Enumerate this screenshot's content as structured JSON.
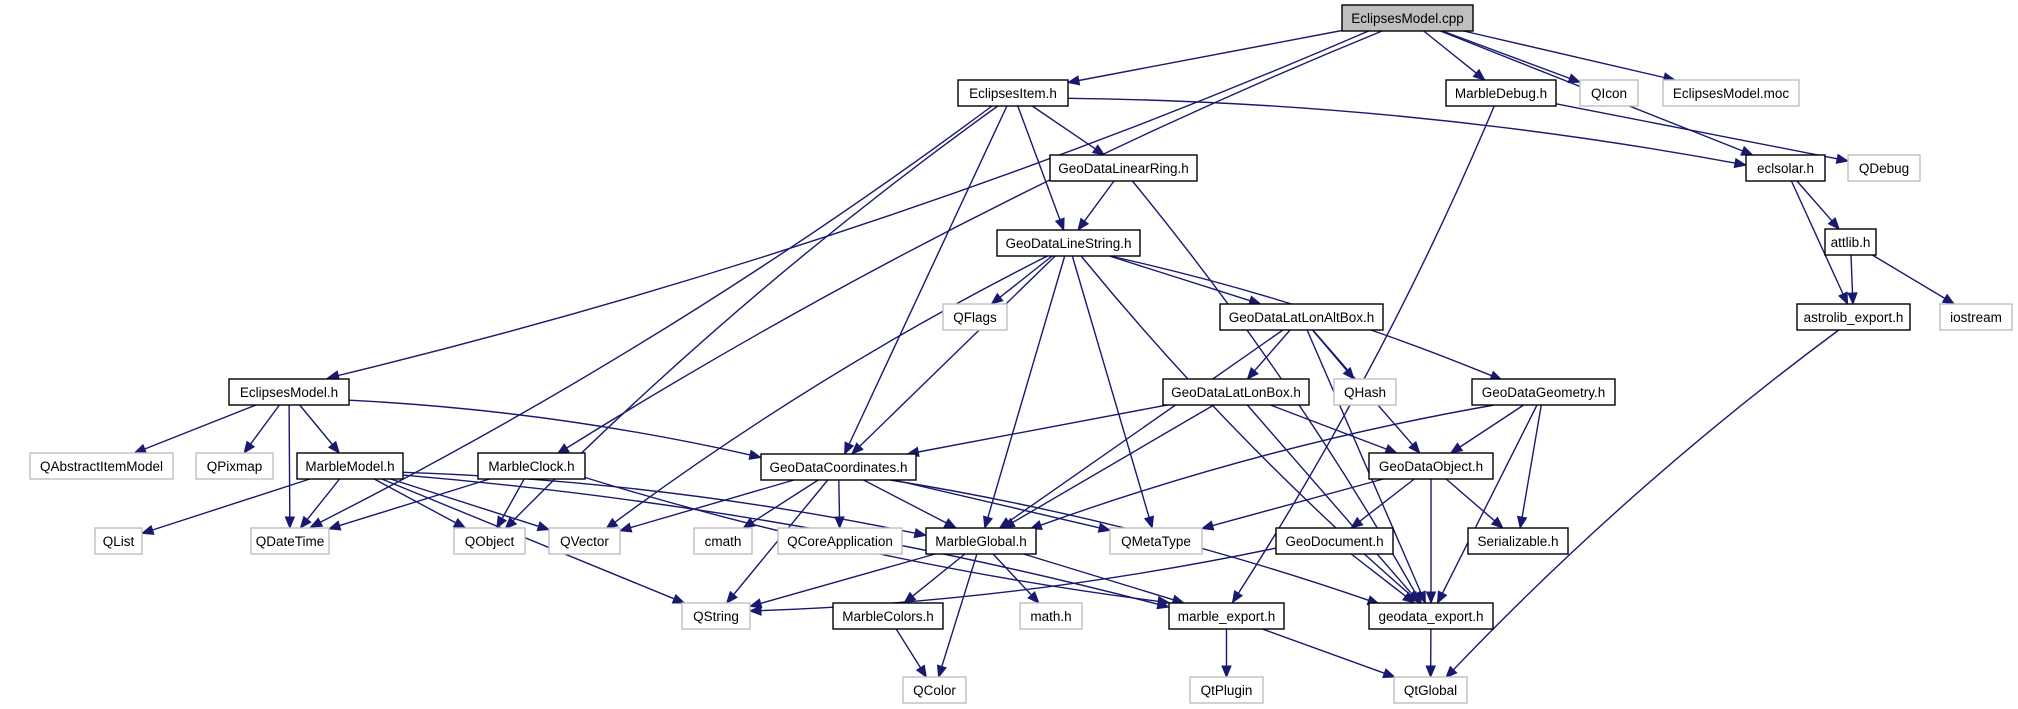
{
  "diagram": {
    "type": "include-dependency-graph",
    "edge_color": "#191970",
    "root_fill": "#bfbfbf",
    "nodes": [
      {
        "id": "cpp",
        "label": "EclipsesModel.cpp",
        "kind": "root"
      },
      {
        "id": "eitem",
        "label": "EclipsesItem.h",
        "kind": "local"
      },
      {
        "id": "mdebug",
        "label": "MarbleDebug.h",
        "kind": "local"
      },
      {
        "id": "qicon",
        "label": "QIcon",
        "kind": "external"
      },
      {
        "id": "moc",
        "label": "EclipsesModel.moc",
        "kind": "external"
      },
      {
        "id": "ring",
        "label": "GeoDataLinearRing.h",
        "kind": "local"
      },
      {
        "id": "eclsolar",
        "label": "eclsolar.h",
        "kind": "local"
      },
      {
        "id": "qdebug",
        "label": "QDebug",
        "kind": "external"
      },
      {
        "id": "line",
        "label": "GeoDataLineString.h",
        "kind": "local"
      },
      {
        "id": "attlib",
        "label": "attlib.h",
        "kind": "local"
      },
      {
        "id": "qflags",
        "label": "QFlags",
        "kind": "external"
      },
      {
        "id": "altbox",
        "label": "GeoDataLatLonAltBox.h",
        "kind": "local"
      },
      {
        "id": "astro",
        "label": "astrolib_export.h",
        "kind": "local"
      },
      {
        "id": "iostream",
        "label": "iostream",
        "kind": "external"
      },
      {
        "id": "emodel",
        "label": "EclipsesModel.h",
        "kind": "local"
      },
      {
        "id": "llbox",
        "label": "GeoDataLatLonBox.h",
        "kind": "local"
      },
      {
        "id": "qhash",
        "label": "QHash",
        "kind": "external"
      },
      {
        "id": "geom",
        "label": "GeoDataGeometry.h",
        "kind": "local"
      },
      {
        "id": "qaim",
        "label": "QAbstractItemModel",
        "kind": "external"
      },
      {
        "id": "qpixmap",
        "label": "QPixmap",
        "kind": "external"
      },
      {
        "id": "mmodel",
        "label": "MarbleModel.h",
        "kind": "local"
      },
      {
        "id": "mclock",
        "label": "MarbleClock.h",
        "kind": "local"
      },
      {
        "id": "coords",
        "label": "GeoDataCoordinates.h",
        "kind": "local"
      },
      {
        "id": "gobj",
        "label": "GeoDataObject.h",
        "kind": "local"
      },
      {
        "id": "qlist",
        "label": "QList",
        "kind": "external"
      },
      {
        "id": "qdt",
        "label": "QDateTime",
        "kind": "external"
      },
      {
        "id": "qobject",
        "label": "QObject",
        "kind": "external"
      },
      {
        "id": "qvector",
        "label": "QVector",
        "kind": "external"
      },
      {
        "id": "cmath",
        "label": "cmath",
        "kind": "external"
      },
      {
        "id": "qcoreapp",
        "label": "QCoreApplication",
        "kind": "external"
      },
      {
        "id": "mglobal",
        "label": "MarbleGlobal.h",
        "kind": "local"
      },
      {
        "id": "qmeta",
        "label": "QMetaType",
        "kind": "external"
      },
      {
        "id": "gdoc",
        "label": "GeoDocument.h",
        "kind": "local"
      },
      {
        "id": "serial",
        "label": "Serializable.h",
        "kind": "local"
      },
      {
        "id": "qstring",
        "label": "QString",
        "kind": "external"
      },
      {
        "id": "mcolors",
        "label": "MarbleColors.h",
        "kind": "local"
      },
      {
        "id": "mathh",
        "label": "math.h",
        "kind": "external"
      },
      {
        "id": "mexport",
        "label": "marble_export.h",
        "kind": "local"
      },
      {
        "id": "gexport",
        "label": "geodata_export.h",
        "kind": "local"
      },
      {
        "id": "qcolor",
        "label": "QColor",
        "kind": "external"
      },
      {
        "id": "qtplugin",
        "label": "QtPlugin",
        "kind": "external"
      },
      {
        "id": "qtglobal",
        "label": "QtGlobal",
        "kind": "external"
      }
    ],
    "edges": [
      [
        "cpp",
        "emodel"
      ],
      [
        "cpp",
        "mclock"
      ],
      [
        "cpp",
        "eitem"
      ],
      [
        "cpp",
        "mdebug"
      ],
      [
        "cpp",
        "qicon"
      ],
      [
        "cpp",
        "moc"
      ],
      [
        "cpp",
        "eclsolar"
      ],
      [
        "eitem",
        "ring"
      ],
      [
        "eitem",
        "line"
      ],
      [
        "eitem",
        "coords"
      ],
      [
        "eitem",
        "qdt"
      ],
      [
        "eitem",
        "qobject"
      ],
      [
        "eitem",
        "eclsolar"
      ],
      [
        "mdebug",
        "qdebug"
      ],
      [
        "mdebug",
        "mexport"
      ],
      [
        "ring",
        "line"
      ],
      [
        "ring",
        "gexport"
      ],
      [
        "eclsolar",
        "attlib"
      ],
      [
        "eclsolar",
        "astro"
      ],
      [
        "attlib",
        "astro"
      ],
      [
        "attlib",
        "iostream"
      ],
      [
        "astro",
        "qtglobal"
      ],
      [
        "line",
        "qflags"
      ],
      [
        "line",
        "altbox"
      ],
      [
        "line",
        "geom"
      ],
      [
        "line",
        "coords"
      ],
      [
        "line",
        "mglobal"
      ],
      [
        "line",
        "qvector"
      ],
      [
        "line",
        "qmeta"
      ],
      [
        "line",
        "gexport"
      ],
      [
        "altbox",
        "llbox"
      ],
      [
        "altbox",
        "qhash"
      ],
      [
        "altbox",
        "gobj"
      ],
      [
        "altbox",
        "mglobal"
      ],
      [
        "altbox",
        "gexport"
      ],
      [
        "llbox",
        "coords"
      ],
      [
        "llbox",
        "gobj"
      ],
      [
        "llbox",
        "mglobal"
      ],
      [
        "llbox",
        "gexport"
      ],
      [
        "geom",
        "gobj"
      ],
      [
        "geom",
        "serial"
      ],
      [
        "geom",
        "mglobal"
      ],
      [
        "geom",
        "gexport"
      ],
      [
        "emodel",
        "qaim"
      ],
      [
        "emodel",
        "qpixmap"
      ],
      [
        "emodel",
        "mmodel"
      ],
      [
        "emodel",
        "coords"
      ],
      [
        "emodel",
        "qdt"
      ],
      [
        "mmodel",
        "qlist"
      ],
      [
        "mmodel",
        "qdt"
      ],
      [
        "mmodel",
        "qobject"
      ],
      [
        "mmodel",
        "qvector"
      ],
      [
        "mmodel",
        "mglobal"
      ],
      [
        "mmodel",
        "qstring"
      ],
      [
        "mmodel",
        "mexport"
      ],
      [
        "mclock",
        "qdt"
      ],
      [
        "mclock",
        "qobject"
      ],
      [
        "mclock",
        "mexport"
      ],
      [
        "coords",
        "qvector"
      ],
      [
        "coords",
        "cmath"
      ],
      [
        "coords",
        "qcoreapp"
      ],
      [
        "coords",
        "mglobal"
      ],
      [
        "coords",
        "qmeta"
      ],
      [
        "coords",
        "qstring"
      ],
      [
        "coords",
        "gexport"
      ],
      [
        "gobj",
        "gdoc"
      ],
      [
        "gobj",
        "serial"
      ],
      [
        "gobj",
        "gexport"
      ],
      [
        "gobj",
        "qmeta"
      ],
      [
        "gdoc",
        "gexport"
      ],
      [
        "gdoc",
        "qstring"
      ],
      [
        "mglobal",
        "qstring"
      ],
      [
        "mglobal",
        "mcolors"
      ],
      [
        "mglobal",
        "mathh"
      ],
      [
        "mglobal",
        "qcolor"
      ],
      [
        "mglobal",
        "mexport"
      ],
      [
        "mcolors",
        "qcolor"
      ],
      [
        "mexport",
        "qtplugin"
      ],
      [
        "mexport",
        "qtglobal"
      ],
      [
        "gexport",
        "qtglobal"
      ]
    ]
  }
}
